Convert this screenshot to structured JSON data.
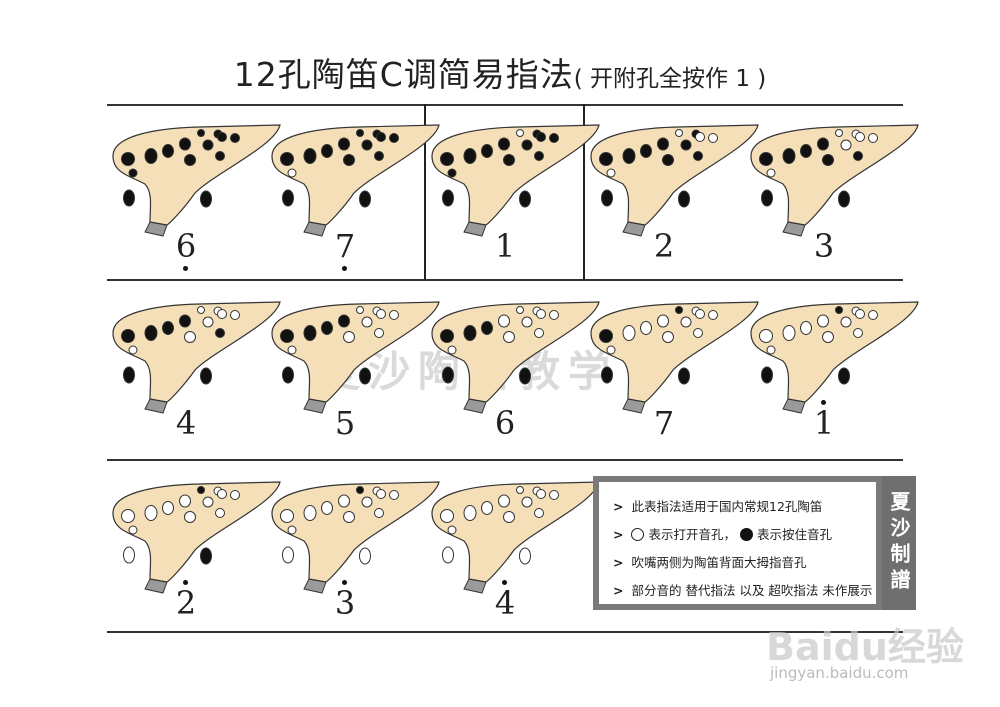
{
  "title": "12孔陶笛C调简易指法",
  "subtitle": "( 开附孔全按作 1 )",
  "colors": {
    "body_fill": "#f5dfb8",
    "body_stroke": "#333333",
    "mouthpiece_fill": "#9a9a9a",
    "hole_closed": "#111111",
    "hole_open": "#ffffff",
    "legend_border": "#7a7a7a"
  },
  "hole_legend": [
    "main_upper_left",
    "sub_small_left",
    "main_1",
    "main_2",
    "main_3",
    "sub_upper_1",
    "sub_lower_1",
    "sub_upper_2",
    "main_4",
    "main_5",
    "main_6",
    "main_7",
    "thumb_left",
    "thumb_right"
  ],
  "fingerings": [
    {
      "note": "6",
      "octave_dot": "below",
      "holes": [
        1,
        1,
        1,
        1,
        1,
        1,
        1,
        1,
        1,
        1,
        1,
        1,
        1,
        1
      ]
    },
    {
      "note": "7",
      "octave_dot": "below",
      "holes": [
        1,
        0,
        1,
        1,
        1,
        1,
        1,
        1,
        1,
        1,
        1,
        1,
        1,
        1
      ]
    },
    {
      "note": "1",
      "octave_dot": "none",
      "holes": [
        1,
        1,
        1,
        1,
        1,
        0,
        1,
        1,
        1,
        1,
        1,
        1,
        1,
        1
      ]
    },
    {
      "note": "2",
      "octave_dot": "none",
      "holes": [
        1,
        0,
        1,
        1,
        1,
        0,
        1,
        1,
        1,
        0,
        0,
        1,
        1,
        1
      ]
    },
    {
      "note": "3",
      "octave_dot": "none",
      "holes": [
        1,
        0,
        1,
        1,
        1,
        0,
        1,
        0,
        0,
        0,
        0,
        1,
        1,
        1
      ]
    },
    {
      "note": "4",
      "octave_dot": "none",
      "holes": [
        1,
        0,
        1,
        1,
        1,
        0,
        0,
        0,
        0,
        0,
        0,
        1,
        1,
        1
      ]
    },
    {
      "note": "5",
      "octave_dot": "none",
      "holes": [
        1,
        0,
        1,
        1,
        1,
        0,
        0,
        0,
        0,
        0,
        0,
        0,
        1,
        1
      ]
    },
    {
      "note": "6",
      "octave_dot": "none",
      "holes": [
        1,
        0,
        1,
        1,
        0,
        0,
        0,
        0,
        0,
        0,
        0,
        0,
        1,
        1
      ]
    },
    {
      "note": "7",
      "octave_dot": "none",
      "holes": [
        1,
        0,
        0,
        0,
        0,
        1,
        0,
        0,
        0,
        0,
        0,
        0,
        1,
        1
      ]
    },
    {
      "note": "1",
      "octave_dot": "above",
      "holes": [
        0,
        0,
        0,
        0,
        0,
        1,
        0,
        0,
        0,
        0,
        0,
        0,
        1,
        1
      ]
    },
    {
      "note": "2",
      "octave_dot": "above",
      "holes": [
        0,
        0,
        0,
        0,
        0,
        1,
        0,
        0,
        0,
        0,
        0,
        0,
        0,
        1
      ]
    },
    {
      "note": "3",
      "octave_dot": "above",
      "holes": [
        0,
        0,
        0,
        0,
        0,
        1,
        0,
        0,
        0,
        0,
        0,
        0,
        0,
        0
      ]
    },
    {
      "note": "4",
      "octave_dot": "above",
      "holes": [
        0,
        0,
        0,
        0,
        0,
        0,
        0,
        0,
        0,
        0,
        0,
        0,
        0,
        0
      ]
    }
  ],
  "watermark": "夏沙陶笛教学",
  "legend": {
    "item1": "此表指法适用于国内常规12孔陶笛",
    "item2_open": "表示打开音孔，",
    "item2_closed": "表示按住音孔",
    "item3": "吹嘴两侧为陶笛背面大拇指音孔",
    "item4": "部分音的 替代指法 以及 超吹指法 未作展示",
    "tab": "夏沙制譜",
    "arrow": ">"
  },
  "baidu": {
    "logo": "Baidu经验",
    "url": "jingyan.baidu.com"
  }
}
